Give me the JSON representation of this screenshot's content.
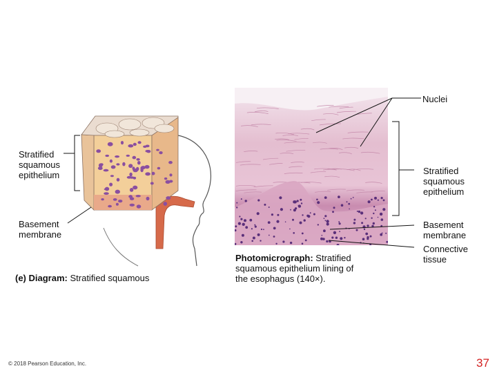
{
  "labels": {
    "nuclei": "Nuclei",
    "stratified_left_1": "Stratified",
    "stratified_left_2": "squamous",
    "stratified_left_3": "epithelium",
    "basement_left_1": "Basement",
    "basement_left_2": "membrane",
    "stratified_right_1": "Stratified",
    "stratified_right_2": "squamous",
    "stratified_right_3": "epithelium",
    "basement_right_1": "Basement",
    "basement_right_2": "membrane",
    "connective_1": "Connective",
    "connective_2": "tissue"
  },
  "captions": {
    "diagram_bold": "(e) Diagram:",
    "diagram_text": " Stratified squamous",
    "photo_bold": "Photomicrograph:",
    "photo_text_1": " Stratified",
    "photo_text_2": "squamous epithelium lining of",
    "photo_text_3": "the esophagus (140×)."
  },
  "footer": {
    "copyright": "© 2018 Pearson Education, Inc.",
    "page_number": "37"
  },
  "colors": {
    "page_number": "#d32020",
    "cell_fill": "#f3cf9a",
    "nucleus": "#8a4fa0",
    "tissue_pink": "#e8bcd0",
    "vessel": "#d66a4a"
  }
}
